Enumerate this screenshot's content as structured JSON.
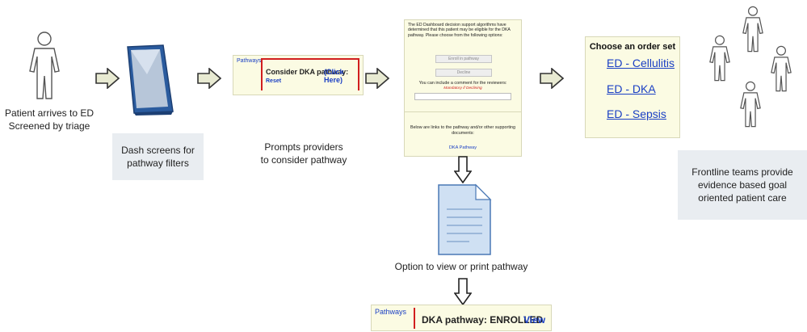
{
  "captions": {
    "patient": [
      "Patient arrives to ED",
      "Screened by triage"
    ],
    "dash": [
      "Dash screens for",
      "pathway filters"
    ],
    "prompts": [
      "Prompts providers",
      "to consider pathway"
    ],
    "frontline": [
      "Frontline teams provide",
      "evidence based goal",
      "oriented patient care"
    ],
    "option": "Option to view or print pathway"
  },
  "prompt_box": {
    "tab": "Pathways",
    "text": "Consider DKA pathway:",
    "link": "(Click Here)",
    "reset": "Reset"
  },
  "dialog": {
    "intro": "The ED Dashboard decision support algorithms have determined that this patient may be eligible for the DKA pathway. Please choose from the following options:",
    "enroll": "Enroll in pathway",
    "decline": "Decline",
    "comment_label": "You can include a comment for the reviewers:",
    "mandatory": "Mandatory if Declining",
    "links_intro": "Below are links to the pathway and/or other supporting documents:",
    "link": "DKA Pathway"
  },
  "order_set": {
    "title": "Choose an order set",
    "items": [
      "ED - Cellulitis",
      "ED - DKA",
      "ED - Sepsis"
    ]
  },
  "enrolled_box": {
    "tab": "Pathways",
    "status": "DKA pathway: ENROLLED",
    "view": "View"
  },
  "colors": {
    "link_blue": "#1a3fc4",
    "red": "#d11e1e",
    "arrow_fill": "#e8ead2",
    "caption_bg": "#e9edf1",
    "panel_yellow": "#fbfbe3"
  },
  "icons": [
    "person-icon",
    "monitor-icon",
    "document-icon",
    "right-arrow-icon",
    "down-arrow-icon"
  ]
}
